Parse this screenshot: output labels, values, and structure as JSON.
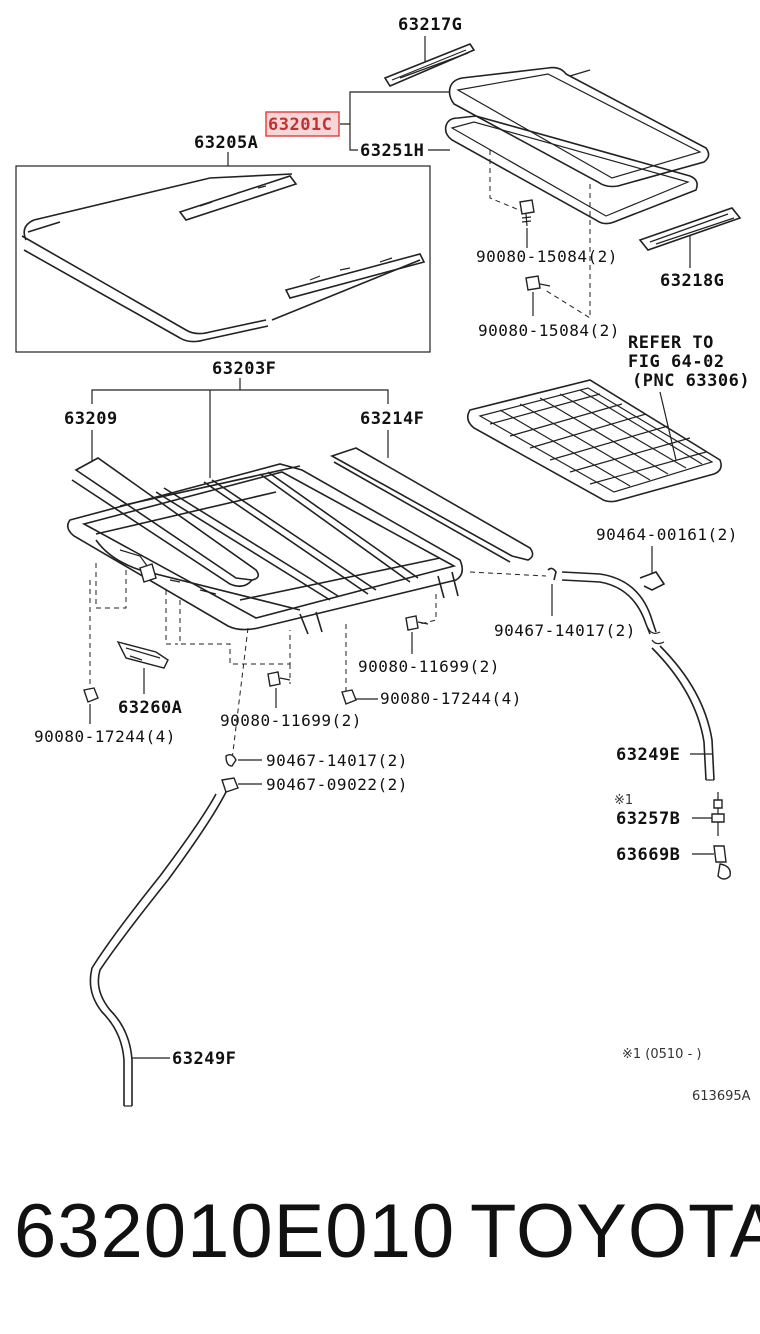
{
  "labels": {
    "p63217G": "63217G",
    "p63201C": "63201C",
    "p63251H": "63251H",
    "p63205A": "63205A",
    "p90080_15084_a": "90080-15084(2)",
    "p63218G": "63218G",
    "p90080_15084_b": "90080-15084(2)",
    "refer1": "REFER TO",
    "refer2": "FIG 64-02",
    "refer3": "(PNC 63306)",
    "p63203F": "63203F",
    "p63209": "63209",
    "p63214F": "63214F",
    "p90464_00161": "90464-00161(2)",
    "p90467_14017_a": "90467-14017(2)",
    "p90080_11699_a": "90080-11699(2)",
    "p90080_17244_a": "90080-17244(4)",
    "p63260A": "63260A",
    "p90080_11699_b": "90080-11699(2)",
    "p90080_17244_b": "90080-17244(4)",
    "p63249E": "63249E",
    "p90467_14017_b": "90467-14017(2)",
    "p90467_09022": "90467-09022(2)",
    "note_mark": "※1",
    "p63257B": "63257B",
    "p63669B": "63669B",
    "p63249F": "63249F",
    "footnote": "※1 (0510 -      )",
    "diagram_id": "613695A"
  },
  "footer": {
    "part_number": "632010E010",
    "brand": "TOYOTA"
  },
  "colors": {
    "highlight": "#e23b3b",
    "ink": "#222222"
  }
}
